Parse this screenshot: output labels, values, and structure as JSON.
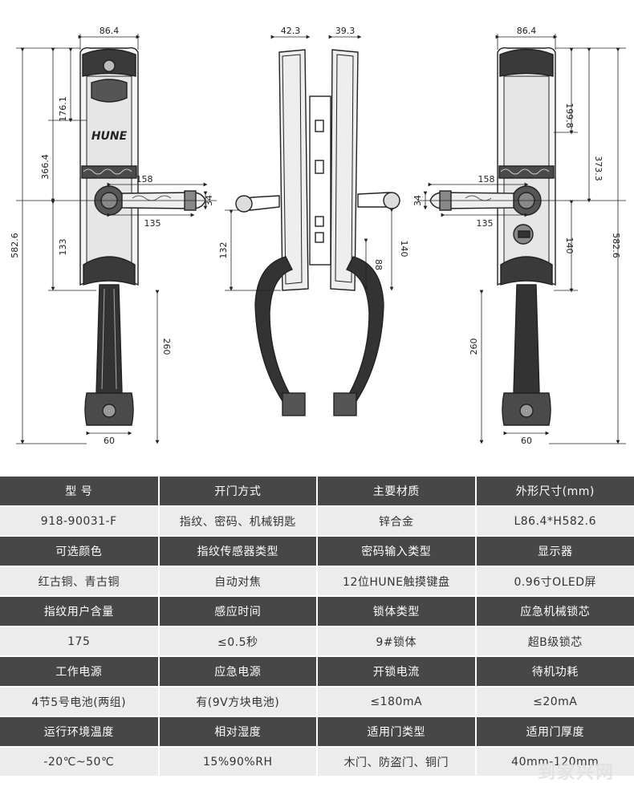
{
  "drawing": {
    "dims": {
      "front_width": "86.4",
      "front_height": "582.6",
      "front_upper": "366.4",
      "front_top": "176.1",
      "front_lower": "133",
      "front_handle_len": "158",
      "front_handle_off": "135",
      "front_handle_h": "34",
      "front_grip": "260",
      "front_base_w": "60",
      "side_left_w": "42.3",
      "side_right_w": "39.3",
      "side_left_h": "132",
      "side_right_h1": "140",
      "side_right_h2": "88",
      "back_width": "86.4",
      "back_height": "582.6",
      "back_upper": "373.3",
      "back_top": "199.8",
      "back_lower": "140",
      "back_handle_len": "158",
      "back_handle_off": "135",
      "back_handle_h": "34",
      "back_grip": "260",
      "back_base_w": "60"
    },
    "logo": "HUNE"
  },
  "specs": {
    "rows": [
      {
        "headers": [
          "型 号",
          "开门方式",
          "主要材质",
          "外形尺寸(mm)"
        ],
        "values": [
          "918-90031-F",
          "指纹、密码、机械钥匙",
          "锌合金",
          "L86.4*H582.6"
        ]
      },
      {
        "headers": [
          "可选颜色",
          "指纹传感器类型",
          "密码输入类型",
          "显示器"
        ],
        "values": [
          "红古铜、青古铜",
          "自动对焦",
          "12位HUNE触摸键盘",
          "0.96寸OLED屏"
        ]
      },
      {
        "headers": [
          "指纹用户含量",
          "感应时间",
          "锁体类型",
          "应急机械锁芯"
        ],
        "values": [
          "175",
          "≤0.5秒",
          "9#锁体",
          "超B级锁芯"
        ]
      },
      {
        "headers": [
          "工作电源",
          "应急电源",
          "开锁电流",
          "待机功耗"
        ],
        "values": [
          "4节5号电池(两组)",
          "有(9V方块电池)",
          "≤180mA",
          "≤20mA"
        ]
      },
      {
        "headers": [
          "运行环境温度",
          "相对湿度",
          "适用门类型",
          "适用门厚度"
        ],
        "values": [
          "-20℃~50℃",
          "15%90%RH",
          "木门、防盗门、铜门",
          "40mm-120mm"
        ]
      }
    ]
  },
  "watermark": "到家兴网"
}
